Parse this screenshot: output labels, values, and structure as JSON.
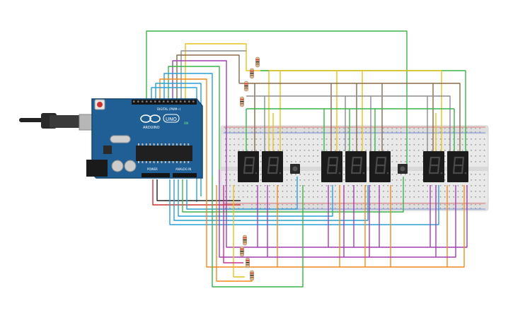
{
  "board": {
    "brand": "ARDUINO",
    "model": "UNO",
    "header_digital": "DIGITAL (PWM~)",
    "header_power": "POWER",
    "header_analog": "ANALOG IN",
    "on_label": "ON",
    "colors": {
      "pcb": "#1f5f96",
      "pcb_edge": "#16466f",
      "chip": "#202020",
      "usb": "#9e9e9e"
    }
  },
  "breadboard": {
    "color": "#e9e9e9",
    "hole_color": "#9a9a9a"
  },
  "display_groups": [
    {
      "name": "group-left",
      "digits": 2
    },
    {
      "name": "group-middle",
      "digits": 3
    },
    {
      "name": "group-right",
      "digits": 2
    }
  ],
  "buttons": 2,
  "wire_colors": {
    "green": "#3db34a",
    "yellow": "#e7c21f",
    "brown": "#8a6a4b",
    "orange": "#ef8a1e",
    "purple": "#a23fb0",
    "cyan": "#2a9fd6",
    "red": "#d0312d",
    "black": "#222222",
    "gray": "#8d8d8d"
  }
}
